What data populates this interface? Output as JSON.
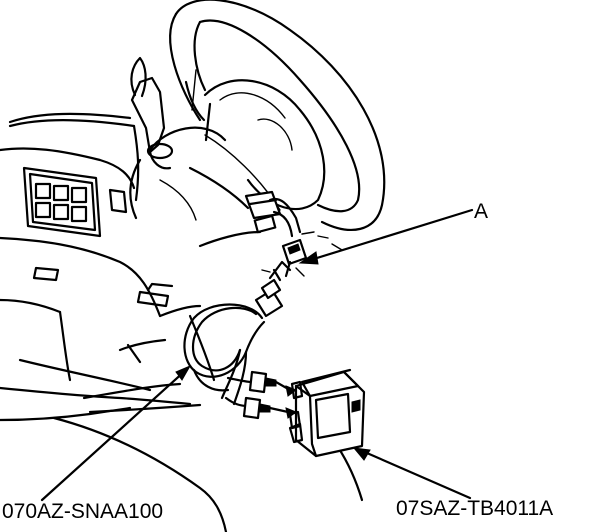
{
  "labels": {
    "callout_a": "A",
    "tool_left": "070AZ-SNAA100",
    "tool_right": "07SAZ-TB4011A"
  }
}
